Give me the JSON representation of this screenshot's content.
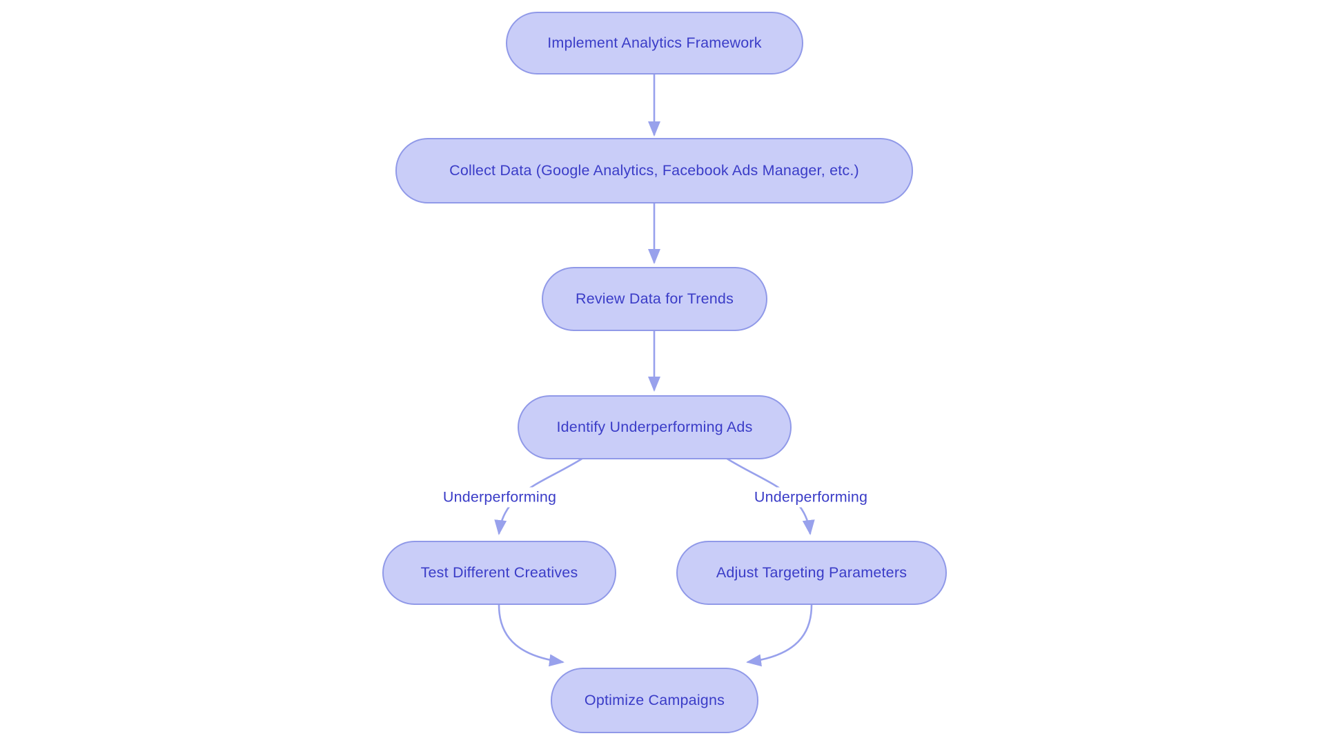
{
  "diagram": {
    "type": "flowchart",
    "direction": "top-down",
    "background_color": "#ffffff",
    "node_fill_color": "#c9cdf8",
    "node_border_color": "#9099e8",
    "edge_color": "#98a1ec",
    "text_color": "#3a3cc7",
    "nodes": [
      {
        "id": "implement",
        "label": "Implement Analytics Framework"
      },
      {
        "id": "collect",
        "label": "Collect Data (Google Analytics, Facebook Ads Manager, etc.)"
      },
      {
        "id": "review",
        "label": "Review Data for Trends"
      },
      {
        "id": "identify",
        "label": "Identify Underperforming Ads"
      },
      {
        "id": "test",
        "label": "Test Different Creatives"
      },
      {
        "id": "adjust",
        "label": "Adjust Targeting Parameters"
      },
      {
        "id": "optimize",
        "label": "Optimize Campaigns"
      }
    ],
    "edge_labels": [
      {
        "id": "underperforming-left",
        "text": "Underperforming"
      },
      {
        "id": "underperforming-right",
        "text": "Underperforming"
      }
    ],
    "edges": [
      {
        "from": "implement",
        "to": "collect",
        "label": ""
      },
      {
        "from": "collect",
        "to": "review",
        "label": ""
      },
      {
        "from": "review",
        "to": "identify",
        "label": ""
      },
      {
        "from": "identify",
        "to": "test",
        "label": "Underperforming"
      },
      {
        "from": "identify",
        "to": "adjust",
        "label": "Underperforming"
      },
      {
        "from": "test",
        "to": "optimize",
        "label": ""
      },
      {
        "from": "adjust",
        "to": "optimize",
        "label": ""
      }
    ]
  }
}
